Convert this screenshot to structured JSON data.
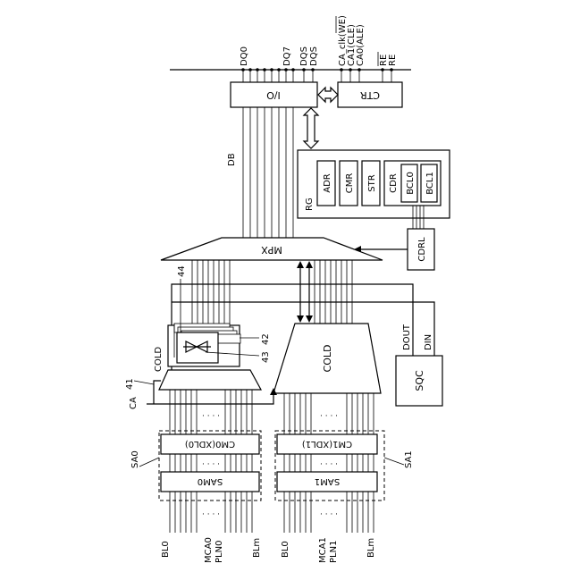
{
  "labels": {
    "dq0": "DQ0",
    "dq7": "DQ7",
    "dqs": "DQS",
    "dqs_bar": "DQS",
    "ca_clk": "CA_clk(WE)",
    "ca1": "CA1(CLE)",
    "ca0": "CA0(ALE)",
    "re": "RE",
    "re_bar": "RE",
    "io": "I/O",
    "ctr": "CTR",
    "db": "DB",
    "rg": "RG",
    "adr": "ADR",
    "cmr": "CMR",
    "str": "STR",
    "cdr": "CDR",
    "bcl0": "BCL0",
    "bcl1": "BCL1",
    "mpx": "MPX",
    "cdrl": "CDRL",
    "dout": "DOUT",
    "din": "DIN",
    "sqc": "SQC",
    "cold_left": "COLD",
    "cold_right": "COLD",
    "ref44": "44",
    "ref42": "42",
    "ref43": "43",
    "ref41": "41",
    "ca": "CA",
    "sa0": "SA0",
    "sa1": "SA1",
    "cm0": "CM0(XDL0)",
    "cm1": "CM1(XDL1)",
    "sam0": "SAM0",
    "sam1": "SAM1",
    "dots": "· · · ·",
    "bl0_left": "BL0",
    "blm_left": "BLm",
    "bl0_right": "BL0",
    "blm_right": "BLm",
    "mca0": "MCA0",
    "pln0": "PLN0",
    "mca1": "MCA1",
    "pln1": "PLN1"
  }
}
